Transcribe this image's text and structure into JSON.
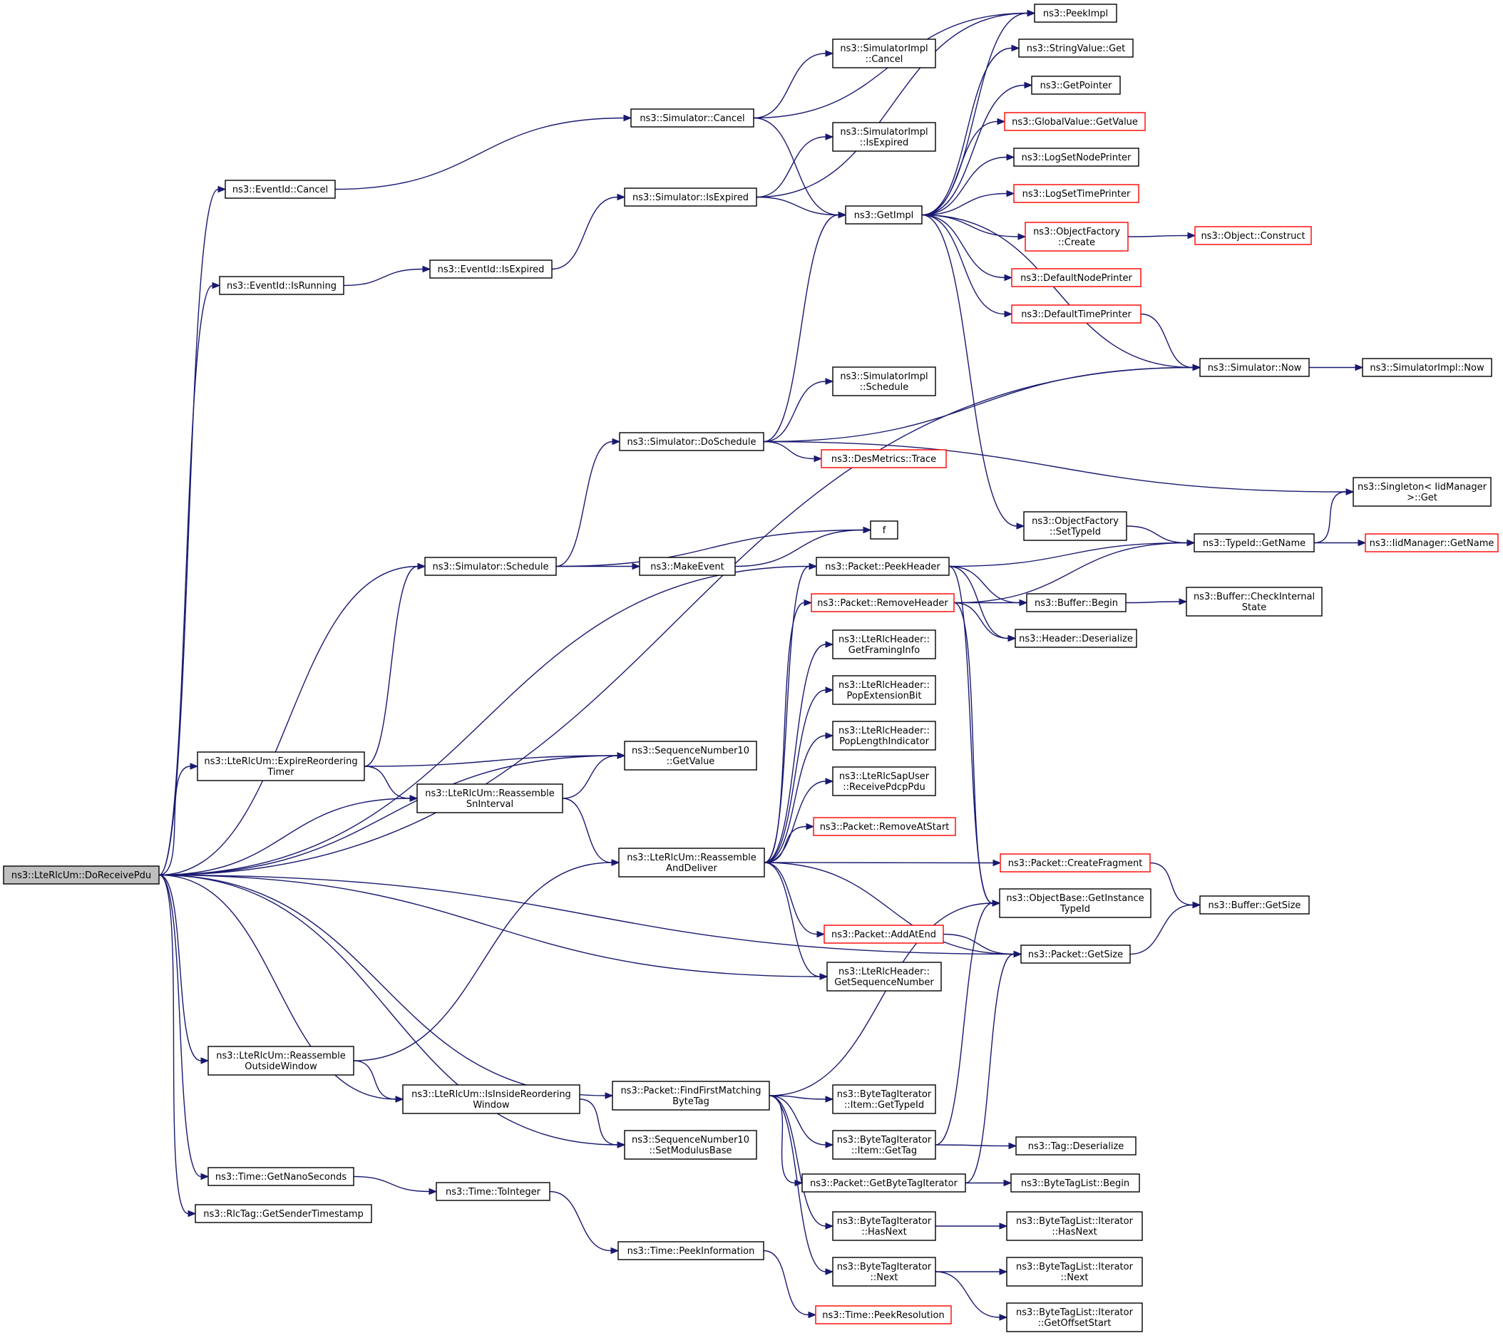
{
  "colors": {
    "edge": "#191970",
    "node_border": "#000000",
    "truncated_border": "#ff0000",
    "root_fill": "#bfbfbf"
  },
  "nodes": [
    {
      "id": "root",
      "lines": [
        "ns3::LteRlcUm::DoReceivePdu"
      ],
      "style": "root"
    },
    {
      "id": "evcancel",
      "lines": [
        "ns3::EventId::Cancel"
      ]
    },
    {
      "id": "evisrunning",
      "lines": [
        "ns3::EventId::IsRunning"
      ]
    },
    {
      "id": "evisexpired",
      "lines": [
        "ns3::EventId::IsExpired"
      ]
    },
    {
      "id": "simcancel",
      "lines": [
        "ns3::Simulator::Cancel"
      ]
    },
    {
      "id": "simisexpired",
      "lines": [
        "ns3::Simulator::IsExpired"
      ]
    },
    {
      "id": "simimplcancel",
      "lines": [
        "ns3::SimulatorImpl",
        "::Cancel"
      ]
    },
    {
      "id": "simimplisexpired",
      "lines": [
        "ns3::SimulatorImpl",
        "::IsExpired"
      ]
    },
    {
      "id": "getimpl",
      "lines": [
        "ns3::GetImpl"
      ]
    },
    {
      "id": "peekimpl",
      "lines": [
        "ns3::PeekImpl"
      ]
    },
    {
      "id": "stringvalueget",
      "lines": [
        "ns3::StringValue::Get"
      ]
    },
    {
      "id": "getpointer",
      "lines": [
        "ns3::GetPointer"
      ]
    },
    {
      "id": "globalvalue",
      "lines": [
        "ns3::GlobalValue::GetValue"
      ],
      "style": "red"
    },
    {
      "id": "logsetnode",
      "lines": [
        "ns3::LogSetNodePrinter"
      ]
    },
    {
      "id": "logsettime",
      "lines": [
        "ns3::LogSetTimePrinter"
      ],
      "style": "red"
    },
    {
      "id": "objfactcreate",
      "lines": [
        "ns3::ObjectFactory",
        "::Create"
      ],
      "style": "red"
    },
    {
      "id": "objconstruct",
      "lines": [
        "ns3::Object::Construct"
      ],
      "style": "red"
    },
    {
      "id": "defnodeprinter",
      "lines": [
        "ns3::DefaultNodePrinter"
      ],
      "style": "red"
    },
    {
      "id": "deftimeprinter",
      "lines": [
        "ns3::DefaultTimePrinter"
      ],
      "style": "red"
    },
    {
      "id": "simnow",
      "lines": [
        "ns3::Simulator::Now"
      ]
    },
    {
      "id": "simimplnow",
      "lines": [
        "ns3::SimulatorImpl::Now"
      ]
    },
    {
      "id": "simimplschedule",
      "lines": [
        "ns3::SimulatorImpl",
        "::Schedule"
      ]
    },
    {
      "id": "simdoschedule",
      "lines": [
        "ns3::Simulator::DoSchedule"
      ]
    },
    {
      "id": "desmetrics",
      "lines": [
        "ns3::DesMetrics::Trace"
      ],
      "style": "red"
    },
    {
      "id": "singleton",
      "lines": [
        "ns3::Singleton< IidManager",
        " >::Get"
      ]
    },
    {
      "id": "objfactsettypeid",
      "lines": [
        "ns3::ObjectFactory",
        "::SetTypeId"
      ]
    },
    {
      "id": "typeidgetname",
      "lines": [
        "ns3::TypeId::GetName"
      ]
    },
    {
      "id": "iidgetname",
      "lines": [
        "ns3::IidManager::GetName"
      ],
      "style": "red"
    },
    {
      "id": "f",
      "lines": [
        "f"
      ]
    },
    {
      "id": "simschedule",
      "lines": [
        "ns3::Simulator::Schedule"
      ]
    },
    {
      "id": "makeevent",
      "lines": [
        "ns3::MakeEvent"
      ]
    },
    {
      "id": "peekheader",
      "lines": [
        "ns3::Packet::PeekHeader"
      ]
    },
    {
      "id": "removeheader",
      "lines": [
        "ns3::Packet::RemoveHeader"
      ],
      "style": "red"
    },
    {
      "id": "bufferbegin",
      "lines": [
        "ns3::Buffer::Begin"
      ]
    },
    {
      "id": "buffercheck",
      "lines": [
        "ns3::Buffer::CheckInternal",
        "State"
      ]
    },
    {
      "id": "headerdeser",
      "lines": [
        "ns3::Header::Deserialize"
      ]
    },
    {
      "id": "getframing",
      "lines": [
        "ns3::LteRlcHeader::",
        "GetFramingInfo"
      ]
    },
    {
      "id": "popext",
      "lines": [
        "ns3::LteRlcHeader::",
        "PopExtensionBit"
      ]
    },
    {
      "id": "poplength",
      "lines": [
        "ns3::LteRlcHeader::",
        "PopLengthIndicator"
      ]
    },
    {
      "id": "receivepdcp",
      "lines": [
        "ns3::LteRlcSapUser",
        "::ReceivePdcpPdu"
      ]
    },
    {
      "id": "removeatstart",
      "lines": [
        "ns3::Packet::RemoveAtStart"
      ],
      "style": "red"
    },
    {
      "id": "expirereorder",
      "lines": [
        "ns3::LteRlcUm::ExpireReordering",
        "Timer"
      ]
    },
    {
      "id": "seqgetvalue",
      "lines": [
        "ns3::SequenceNumber10",
        "::GetValue"
      ]
    },
    {
      "id": "reassemblesn",
      "lines": [
        "ns3::LteRlcUm::Reassemble",
        "SnInterval"
      ]
    },
    {
      "id": "reassembledeliver",
      "lines": [
        "ns3::LteRlcUm::Reassemble",
        "AndDeliver"
      ]
    },
    {
      "id": "createfragment",
      "lines": [
        "ns3::Packet::CreateFragment"
      ],
      "style": "red"
    },
    {
      "id": "objbasetypeid",
      "lines": [
        "ns3::ObjectBase::GetInstance",
        "TypeId"
      ]
    },
    {
      "id": "buffergetsize",
      "lines": [
        "ns3::Buffer::GetSize"
      ]
    },
    {
      "id": "addatend",
      "lines": [
        "ns3::Packet::AddAtEnd"
      ],
      "style": "red"
    },
    {
      "id": "packetgetsize",
      "lines": [
        "ns3::Packet::GetSize"
      ]
    },
    {
      "id": "getseqnum",
      "lines": [
        "ns3::LteRlcHeader::",
        "GetSequenceNumber"
      ]
    },
    {
      "id": "reassembleoutside",
      "lines": [
        "ns3::LteRlcUm::Reassemble",
        "OutsideWindow"
      ]
    },
    {
      "id": "isinside",
      "lines": [
        "ns3::LteRlcUm::IsInsideReordering",
        "Window"
      ]
    },
    {
      "id": "findfirst",
      "lines": [
        "ns3::Packet::FindFirstMatching",
        "ByteTag"
      ]
    },
    {
      "id": "itemgettypeid",
      "lines": [
        "ns3::ByteTagIterator",
        "::Item::GetTypeId"
      ]
    },
    {
      "id": "itemgettag",
      "lines": [
        "ns3::ByteTagIterator",
        "::Item::GetTag"
      ]
    },
    {
      "id": "tagdeser",
      "lines": [
        "ns3::Tag::Deserialize"
      ]
    },
    {
      "id": "setmodulus",
      "lines": [
        "ns3::SequenceNumber10",
        "::SetModulusBase"
      ]
    },
    {
      "id": "getbytetagiter",
      "lines": [
        "ns3::Packet::GetByteTagIterator"
      ]
    },
    {
      "id": "bytetaglistbegin",
      "lines": [
        "ns3::ByteTagList::Begin"
      ]
    },
    {
      "id": "hasnext",
      "lines": [
        "ns3::ByteTagIterator",
        "::HasNext"
      ]
    },
    {
      "id": "listhasnext",
      "lines": [
        "ns3::ByteTagList::Iterator",
        "::HasNext"
      ]
    },
    {
      "id": "next",
      "lines": [
        "ns3::ByteTagIterator",
        "::Next"
      ]
    },
    {
      "id": "listnext",
      "lines": [
        "ns3::ByteTagList::Iterator",
        "::Next"
      ]
    },
    {
      "id": "getoffset",
      "lines": [
        "ns3::ByteTagList::Iterator",
        "::GetOffsetStart"
      ]
    },
    {
      "id": "getnanosec",
      "lines": [
        "ns3::Time::GetNanoSeconds"
      ]
    },
    {
      "id": "tointeger",
      "lines": [
        "ns3::Time::ToInteger"
      ]
    },
    {
      "id": "peekinfo",
      "lines": [
        "ns3::Time::PeekInformation"
      ]
    },
    {
      "id": "peekres",
      "lines": [
        "ns3::Time::PeekResolution"
      ],
      "style": "red"
    },
    {
      "id": "rlctag",
      "lines": [
        "ns3::RlcTag::GetSenderTimestamp"
      ]
    }
  ],
  "edges": [
    [
      "root",
      "evcancel"
    ],
    [
      "root",
      "evisrunning"
    ],
    [
      "root",
      "simnow"
    ],
    [
      "root",
      "simschedule"
    ],
    [
      "root",
      "seqgetvalue"
    ],
    [
      "root",
      "expirereorder"
    ],
    [
      "root",
      "reassemblesn"
    ],
    [
      "root",
      "peekheader"
    ],
    [
      "root",
      "getseqnum"
    ],
    [
      "root",
      "packetgetsize"
    ],
    [
      "root",
      "findfirst"
    ],
    [
      "root",
      "reassembleoutside"
    ],
    [
      "root",
      "isinside"
    ],
    [
      "root",
      "setmodulus"
    ],
    [
      "root",
      "getnanosec"
    ],
    [
      "root",
      "rlctag"
    ],
    [
      "evcancel",
      "simcancel"
    ],
    [
      "evisrunning",
      "evisexpired"
    ],
    [
      "evisexpired",
      "simisexpired"
    ],
    [
      "simcancel",
      "simimplcancel"
    ],
    [
      "simcancel",
      "peekimpl"
    ],
    [
      "simcancel",
      "getimpl"
    ],
    [
      "simisexpired",
      "simimplisexpired"
    ],
    [
      "simisexpired",
      "peekimpl"
    ],
    [
      "simisexpired",
      "getimpl"
    ],
    [
      "getimpl",
      "peekimpl"
    ],
    [
      "getimpl",
      "stringvalueget"
    ],
    [
      "getimpl",
      "getpointer"
    ],
    [
      "getimpl",
      "globalvalue"
    ],
    [
      "getimpl",
      "logsetnode"
    ],
    [
      "getimpl",
      "logsettime"
    ],
    [
      "getimpl",
      "objfactcreate"
    ],
    [
      "getimpl",
      "defnodeprinter"
    ],
    [
      "getimpl",
      "deftimeprinter"
    ],
    [
      "getimpl",
      "simnow"
    ],
    [
      "getimpl",
      "objfactsettypeid"
    ],
    [
      "objfactcreate",
      "objconstruct"
    ],
    [
      "deftimeprinter",
      "simnow"
    ],
    [
      "simnow",
      "simimplnow"
    ],
    [
      "simdoschedule",
      "getimpl"
    ],
    [
      "simdoschedule",
      "simimplschedule"
    ],
    [
      "simdoschedule",
      "simnow"
    ],
    [
      "simdoschedule",
      "desmetrics"
    ],
    [
      "simdoschedule",
      "singleton"
    ],
    [
      "simschedule",
      "simdoschedule"
    ],
    [
      "simschedule",
      "f"
    ],
    [
      "simschedule",
      "makeevent"
    ],
    [
      "makeevent",
      "f"
    ],
    [
      "objfactsettypeid",
      "typeidgetname"
    ],
    [
      "typeidgetname",
      "singleton"
    ],
    [
      "typeidgetname",
      "iidgetname"
    ],
    [
      "peekheader",
      "typeidgetname"
    ],
    [
      "peekheader",
      "bufferbegin"
    ],
    [
      "peekheader",
      "headerdeser"
    ],
    [
      "peekheader",
      "objbasetypeid"
    ],
    [
      "removeheader",
      "bufferbegin"
    ],
    [
      "removeheader",
      "headerdeser"
    ],
    [
      "removeheader",
      "typeidgetname"
    ],
    [
      "removeheader",
      "objbasetypeid"
    ],
    [
      "bufferbegin",
      "buffercheck"
    ],
    [
      "expirereorder",
      "simschedule"
    ],
    [
      "expirereorder",
      "seqgetvalue"
    ],
    [
      "expirereorder",
      "reassemblesn"
    ],
    [
      "reassemblesn",
      "seqgetvalue"
    ],
    [
      "reassemblesn",
      "reassembledeliver"
    ],
    [
      "reassembledeliver",
      "peekheader"
    ],
    [
      "reassembledeliver",
      "removeheader"
    ],
    [
      "reassembledeliver",
      "getframing"
    ],
    [
      "reassembledeliver",
      "popext"
    ],
    [
      "reassembledeliver",
      "poplength"
    ],
    [
      "reassembledeliver",
      "receivepdcp"
    ],
    [
      "reassembledeliver",
      "removeatstart"
    ],
    [
      "reassembledeliver",
      "createfragment"
    ],
    [
      "reassembledeliver",
      "packetgetsize"
    ],
    [
      "reassembledeliver",
      "addatend"
    ],
    [
      "reassembledeliver",
      "getseqnum"
    ],
    [
      "createfragment",
      "buffergetsize"
    ],
    [
      "addatend",
      "packetgetsize"
    ],
    [
      "packetgetsize",
      "buffergetsize"
    ],
    [
      "reassembleoutside",
      "reassembledeliver"
    ],
    [
      "reassembleoutside",
      "isinside"
    ],
    [
      "isinside",
      "setmodulus"
    ],
    [
      "findfirst",
      "objbasetypeid"
    ],
    [
      "findfirst",
      "itemgettypeid"
    ],
    [
      "findfirst",
      "itemgettag"
    ],
    [
      "findfirst",
      "getbytetagiter"
    ],
    [
      "findfirst",
      "hasnext"
    ],
    [
      "findfirst",
      "next"
    ],
    [
      "itemgettag",
      "tagdeser"
    ],
    [
      "itemgettag",
      "objbasetypeid"
    ],
    [
      "getbytetagiter",
      "packetgetsize"
    ],
    [
      "getbytetagiter",
      "bytetaglistbegin"
    ],
    [
      "hasnext",
      "listhasnext"
    ],
    [
      "next",
      "listnext"
    ],
    [
      "next",
      "getoffset"
    ],
    [
      "getnanosec",
      "tointeger"
    ],
    [
      "tointeger",
      "peekinfo"
    ],
    [
      "peekinfo",
      "peekres"
    ]
  ]
}
